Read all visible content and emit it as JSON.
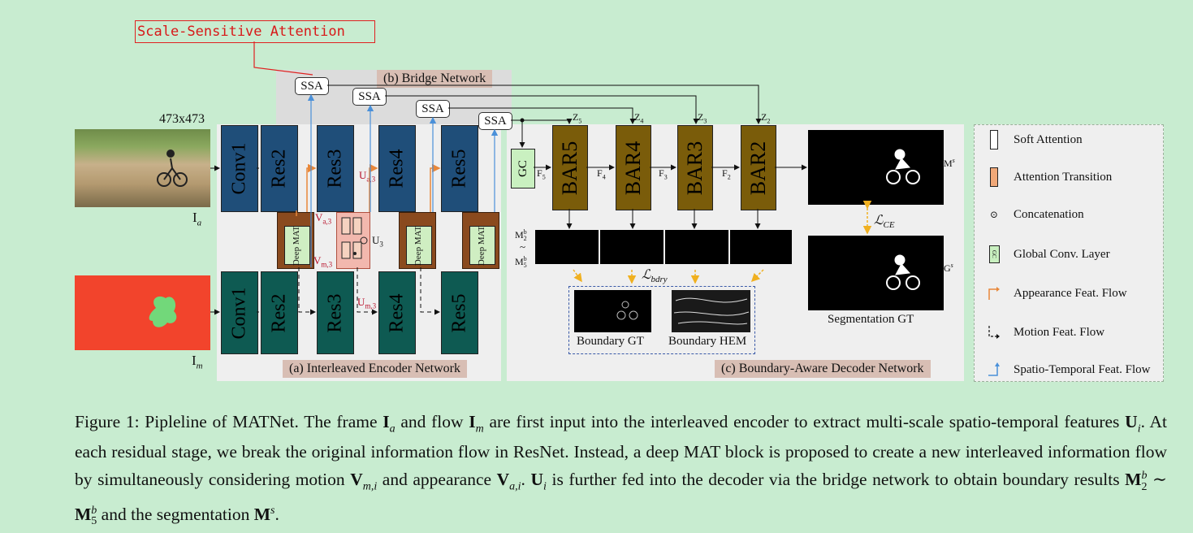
{
  "callout": "Scale-Sensitive Attention",
  "input_size": "473x473",
  "inputs": {
    "appearance": "I",
    "appearance_sub": "a",
    "motion": "I",
    "motion_sub": "m"
  },
  "encoder": {
    "label": "(a) Interleaved Encoder Network",
    "appearance_blocks": [
      "Conv1",
      "Res2",
      "Res3",
      "Res4",
      "Res5"
    ],
    "motion_blocks": [
      "Conv1",
      "Res2",
      "Res3",
      "Res4",
      "Res5"
    ],
    "mat_text": "Deep MAT",
    "v_a": "V",
    "v_a_sub": "a,3",
    "v_m": "V",
    "v_m_sub": "m,3",
    "u_a": "U",
    "u_a_sub": "a,3",
    "u_m": "U",
    "u_m_sub": "m,3",
    "u3": "U",
    "u3_sub": "3"
  },
  "bridge": {
    "label": "(b) Bridge Network",
    "ssa_blocks": [
      "SSA",
      "SSA",
      "SSA",
      "SSA"
    ]
  },
  "decoder": {
    "label": "(c) Boundary-Aware Decoder Network",
    "gc": "GC",
    "bars": [
      "BAR5",
      "BAR4",
      "BAR3",
      "BAR2"
    ],
    "z_labels": [
      {
        "base": "Z",
        "sub": "5"
      },
      {
        "base": "Z",
        "sub": "4"
      },
      {
        "base": "Z",
        "sub": "3"
      },
      {
        "base": "Z",
        "sub": "2"
      }
    ],
    "f_labels": [
      {
        "base": "F",
        "sub": "5"
      },
      {
        "base": "F",
        "sub": "4"
      },
      {
        "base": "F",
        "sub": "3"
      },
      {
        "base": "F",
        "sub": "2"
      }
    ],
    "m_s": "M",
    "m_s_sup": "s",
    "g_s": "G",
    "g_s_sup": "s",
    "mb2": "M",
    "mb2_sub": "2",
    "mb2_sup": "b",
    "tilde": "~",
    "mb5": "M",
    "mb5_sub": "5",
    "mb5_sup": "b",
    "loss_ce": "ℒ",
    "loss_ce_sub": "CE",
    "loss_bdry": "ℒ",
    "loss_bdry_sub": "bdry",
    "boundary_gt": "Boundary GT",
    "boundary_hem": "Boundary HEM",
    "segmentation_gt": "Segmentation GT"
  },
  "legend": [
    {
      "icon": "soft-attention-icon",
      "label": "Soft Attention"
    },
    {
      "icon": "attention-transition-icon",
      "label": "Attention Transition"
    },
    {
      "icon": "concatenation-icon",
      "label": "Concatenation"
    },
    {
      "icon": "global-conv-icon",
      "label": "Global Conv. Layer"
    },
    {
      "icon": "appearance-flow-icon",
      "label": "Appearance Feat. Flow"
    },
    {
      "icon": "motion-flow-icon",
      "label": "Motion Feat. Flow"
    },
    {
      "icon": "spatio-temporal-flow-icon",
      "label": "Spatio-Temporal Feat. Flow"
    }
  ],
  "legend_gc": "GC",
  "colors": {
    "background": "#c8ecd0",
    "appearance_encoder": "#1f4e79",
    "motion_encoder": "#0e5a52",
    "bar": "#7a5c0a",
    "mat": "#8a4a1e",
    "appearance_flow": "#e8873a",
    "spatio_temporal_flow": "#4a90d9",
    "loss_arrow": "#f0b020",
    "callout": "#e02020"
  },
  "caption": {
    "p1": "Figure 1: Pipleline of MATNet. The frame ",
    "ia": "I",
    "ia_sub": "a",
    "p2": " and flow ",
    "im": "I",
    "im_sub": "m",
    "p3": " are first input into the interleaved encoder to extract multi-scale spatio-temporal features ",
    "ui": "U",
    "ui_sub": "i",
    "p4": ". At each residual stage, we break the original information flow in ResNet. Instead, a deep MAT block is proposed to create a new interleaved information flow by simultaneously considering motion ",
    "vm": "V",
    "vm_sub": "m,i",
    "p5": " and appearance ",
    "va": "V",
    "va_sub": "a,i",
    "p6": ". ",
    "ui2": "U",
    "ui2_sub": "i",
    "p7": " is further fed into the decoder via the bridge network to obtain boundary results ",
    "m2": "M",
    "m2_sub": "2",
    "m2_sup": "b",
    "p8": " ∼ ",
    "m5": "M",
    "m5_sub": "5",
    "m5_sup": "b",
    "p9": " and the segmentation ",
    "ms": "M",
    "ms_sup": "s",
    "p10": "."
  }
}
